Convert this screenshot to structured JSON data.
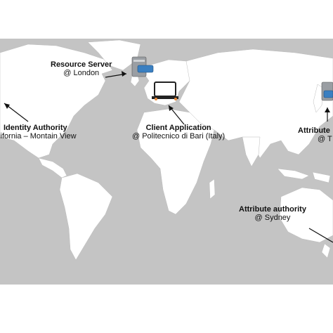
{
  "colors": {
    "ocean": "#c4c4c4",
    "land": "#ffffff",
    "arrow": "#111111",
    "server_body": "#9a9ea3",
    "server_disk": "#3a7fc1",
    "laptop": "#222222"
  },
  "labels": {
    "resource_server": {
      "name": "Resource Server",
      "place": "@ London"
    },
    "identity_authority": {
      "name": "Identity Authority",
      "place": "alifornia – Montain View"
    },
    "client_application": {
      "name": "Client Application",
      "place": "@ Politecnico di Bari (Italy)"
    },
    "attribute_tokyo": {
      "name": "Attribute ",
      "place": "@ T"
    },
    "attribute_sydney": {
      "name": "Attribute authority",
      "place": "@ Sydney"
    }
  },
  "icons": [
    "server-icon",
    "laptop-icon",
    "server-icon-tokyo"
  ]
}
